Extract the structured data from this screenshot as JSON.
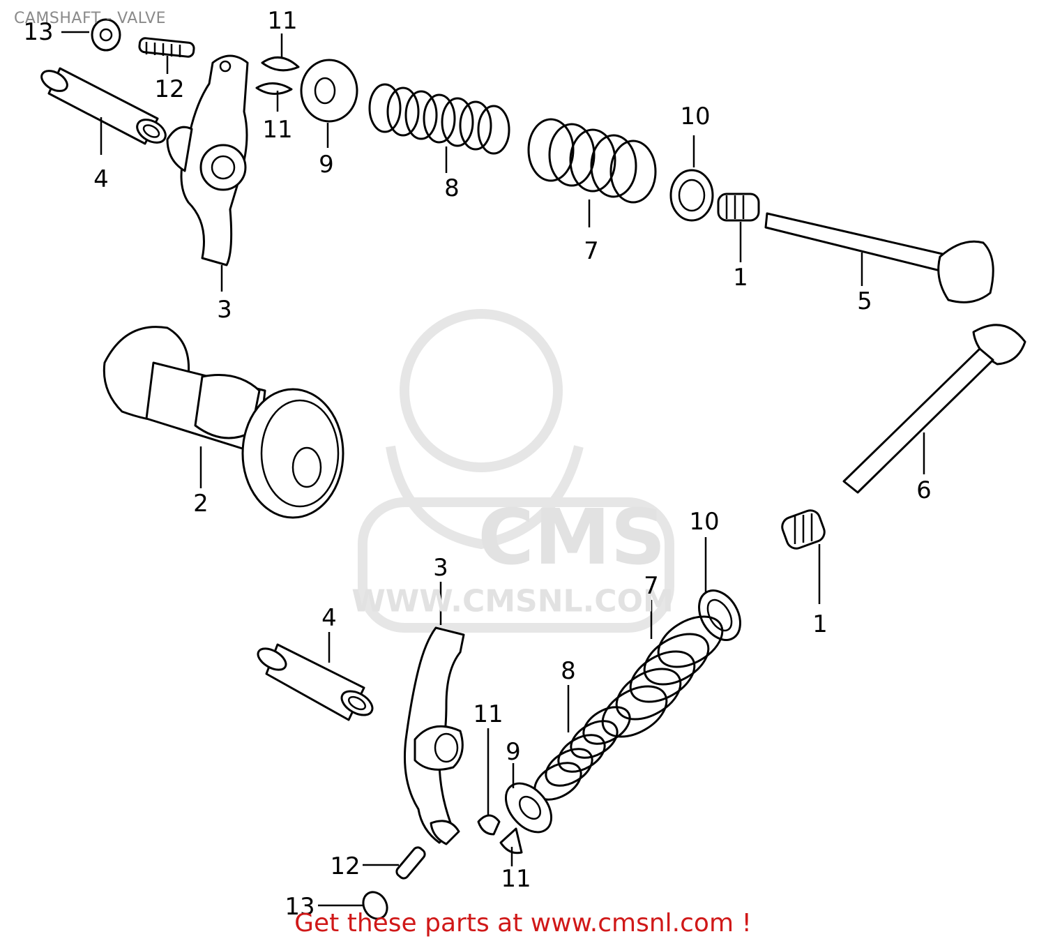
{
  "title": "CAMSHAFT - VALVE",
  "footer": "Get these parts at www.cmsnl.com !",
  "watermark": {
    "brand": "CMS",
    "url": "WWW.CMSNL.COM"
  },
  "colors": {
    "footer": "#d01818",
    "title": "#8a8a8a",
    "watermark": "#e2e2e2"
  },
  "callouts": [
    "13",
    "12",
    "11",
    "11",
    "4",
    "3",
    "9",
    "8",
    "7",
    "10",
    "1",
    "5",
    "2",
    "6",
    "10",
    "1",
    "3",
    "4",
    "7",
    "8",
    "11",
    "9",
    "12",
    "11",
    "13"
  ]
}
